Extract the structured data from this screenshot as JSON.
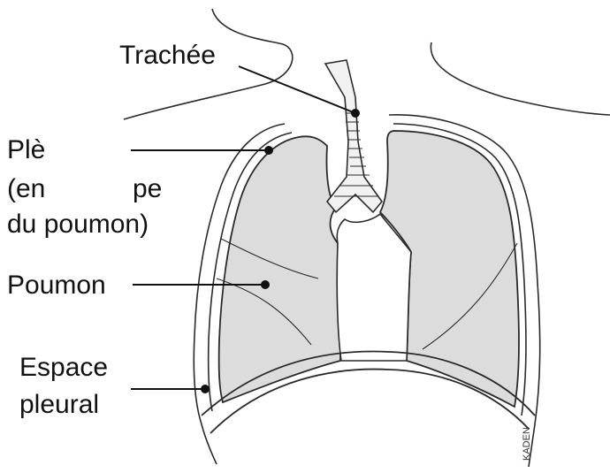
{
  "labels": {
    "trachea": "Trachée",
    "pleura_line1": "Plè",
    "pleura_line2": "(en",
    "pleura_line2b": "pe",
    "pleura_line3": "du poumon)",
    "lung": "Poumon",
    "pleural_space_line1": "Espace",
    "pleural_space_line2": "pleural"
  },
  "signature": "KADEN",
  "colors": {
    "outline": "#2a2a2a",
    "lung_fill": "#dcdcdc",
    "background": "#ffffff"
  }
}
